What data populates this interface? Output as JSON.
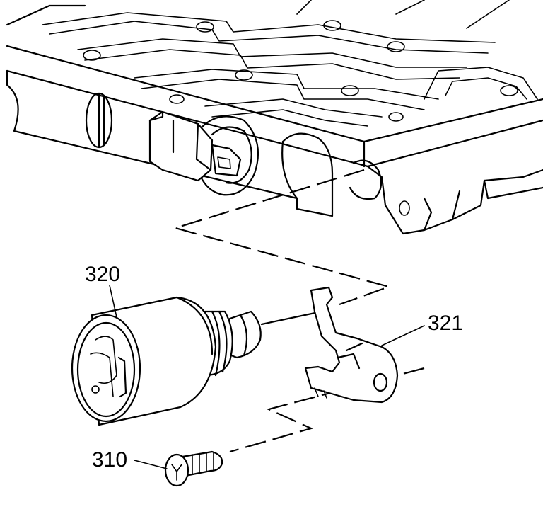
{
  "callouts": {
    "solenoid": "320",
    "retainer": "321",
    "bolt": "310"
  },
  "colors": {
    "line": "#000000",
    "background": "#ffffff"
  }
}
